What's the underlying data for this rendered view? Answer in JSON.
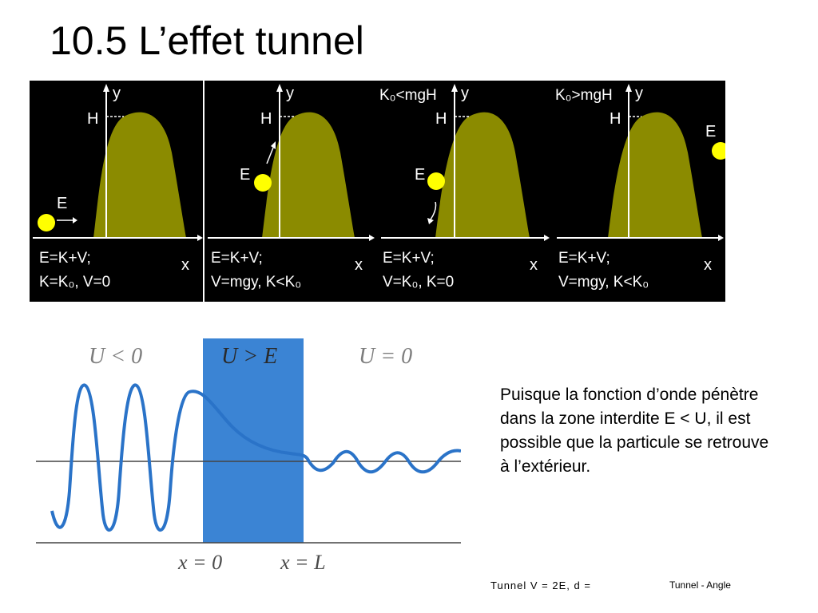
{
  "title": "10.5 L’effet tunnel",
  "colors": {
    "panel_bg": "#000000",
    "hill": "#8b8b00",
    "ball": "#ffff00",
    "barrier": "#3b84d4",
    "wave": "#2a73c8"
  },
  "panels": [
    {
      "header": "",
      "y_label": "y",
      "h_label": "H",
      "x_label": "x",
      "e_label": "E",
      "eq_line1": "E=K+V;",
      "eq_line2": "K=K₀, V=0"
    },
    {
      "header": "",
      "y_label": "y",
      "h_label": "H",
      "x_label": "x",
      "e_label": "E",
      "eq_line1": "E=K+V;",
      "eq_line2": "V=mgy, K<K₀"
    },
    {
      "header": "K₀<mgH",
      "y_label": "y",
      "h_label": "H",
      "x_label": "x",
      "e_label": "E",
      "eq_line1": "E=K+V;",
      "eq_line2": "V=K₀, K=0"
    },
    {
      "header": "K₀>mgH",
      "y_label": "y",
      "h_label": "H",
      "x_label": "x",
      "e_label": "E",
      "eq_line1": "E=K+V;",
      "eq_line2": "V=mgy, K<K₀"
    }
  ],
  "wave_figure": {
    "region_left": "U < 0",
    "region_barrier": "U > E",
    "region_right": "U = 0",
    "x_label_left": "x = 0",
    "x_label_right": "x = L"
  },
  "explanation": "Puisque la fonction d’onde pénètre dans la zone interdite E < U, il est possible que la particule se retrouve à l’extérieur.",
  "footer": {
    "left": "Tunnel V = 2E, d =",
    "right": "Tunnel - Angle"
  }
}
